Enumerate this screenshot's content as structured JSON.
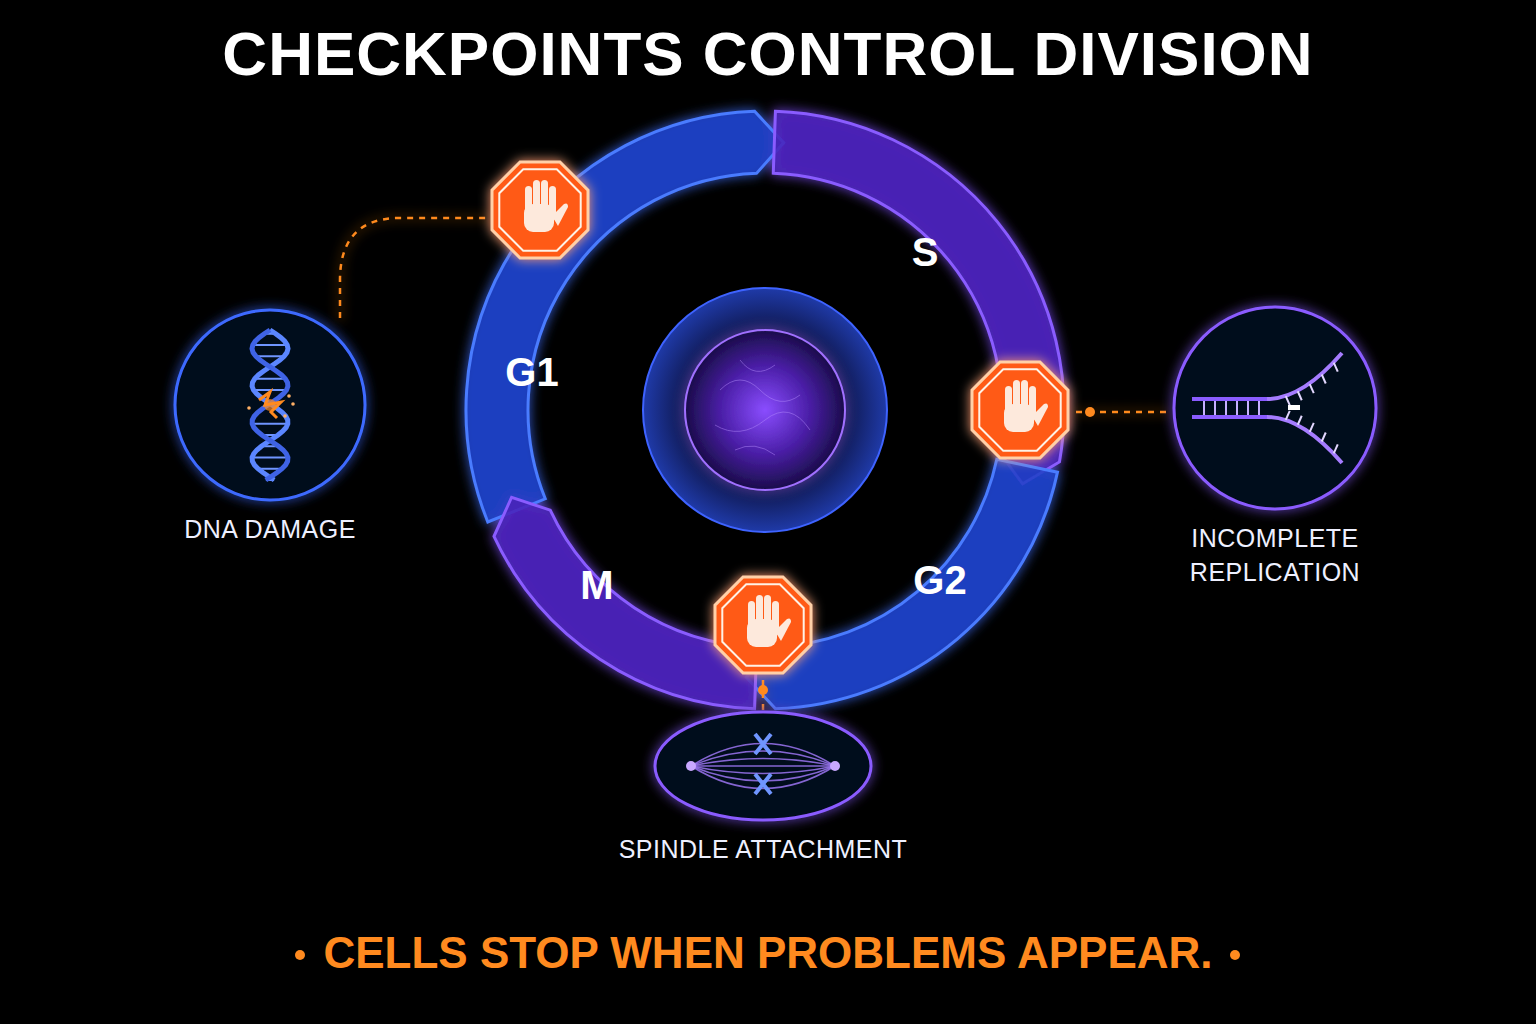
{
  "diagram": {
    "title": "CHECKPOINTS CONTROL DIVISION",
    "caption": "CELLS STOP WHEN PROBLEMS APPEAR.",
    "nodes": [
      {
        "text": [
          "DNA DAMAGE"
        ]
      },
      {
        "text": [
          "INCOMPLETE REPLICATION"
        ]
      },
      {
        "text": [
          "SPINDLE ATTACHMENT"
        ]
      }
    ],
    "labels": [
      "G1",
      "S",
      "G2",
      "M"
    ]
  }
}
